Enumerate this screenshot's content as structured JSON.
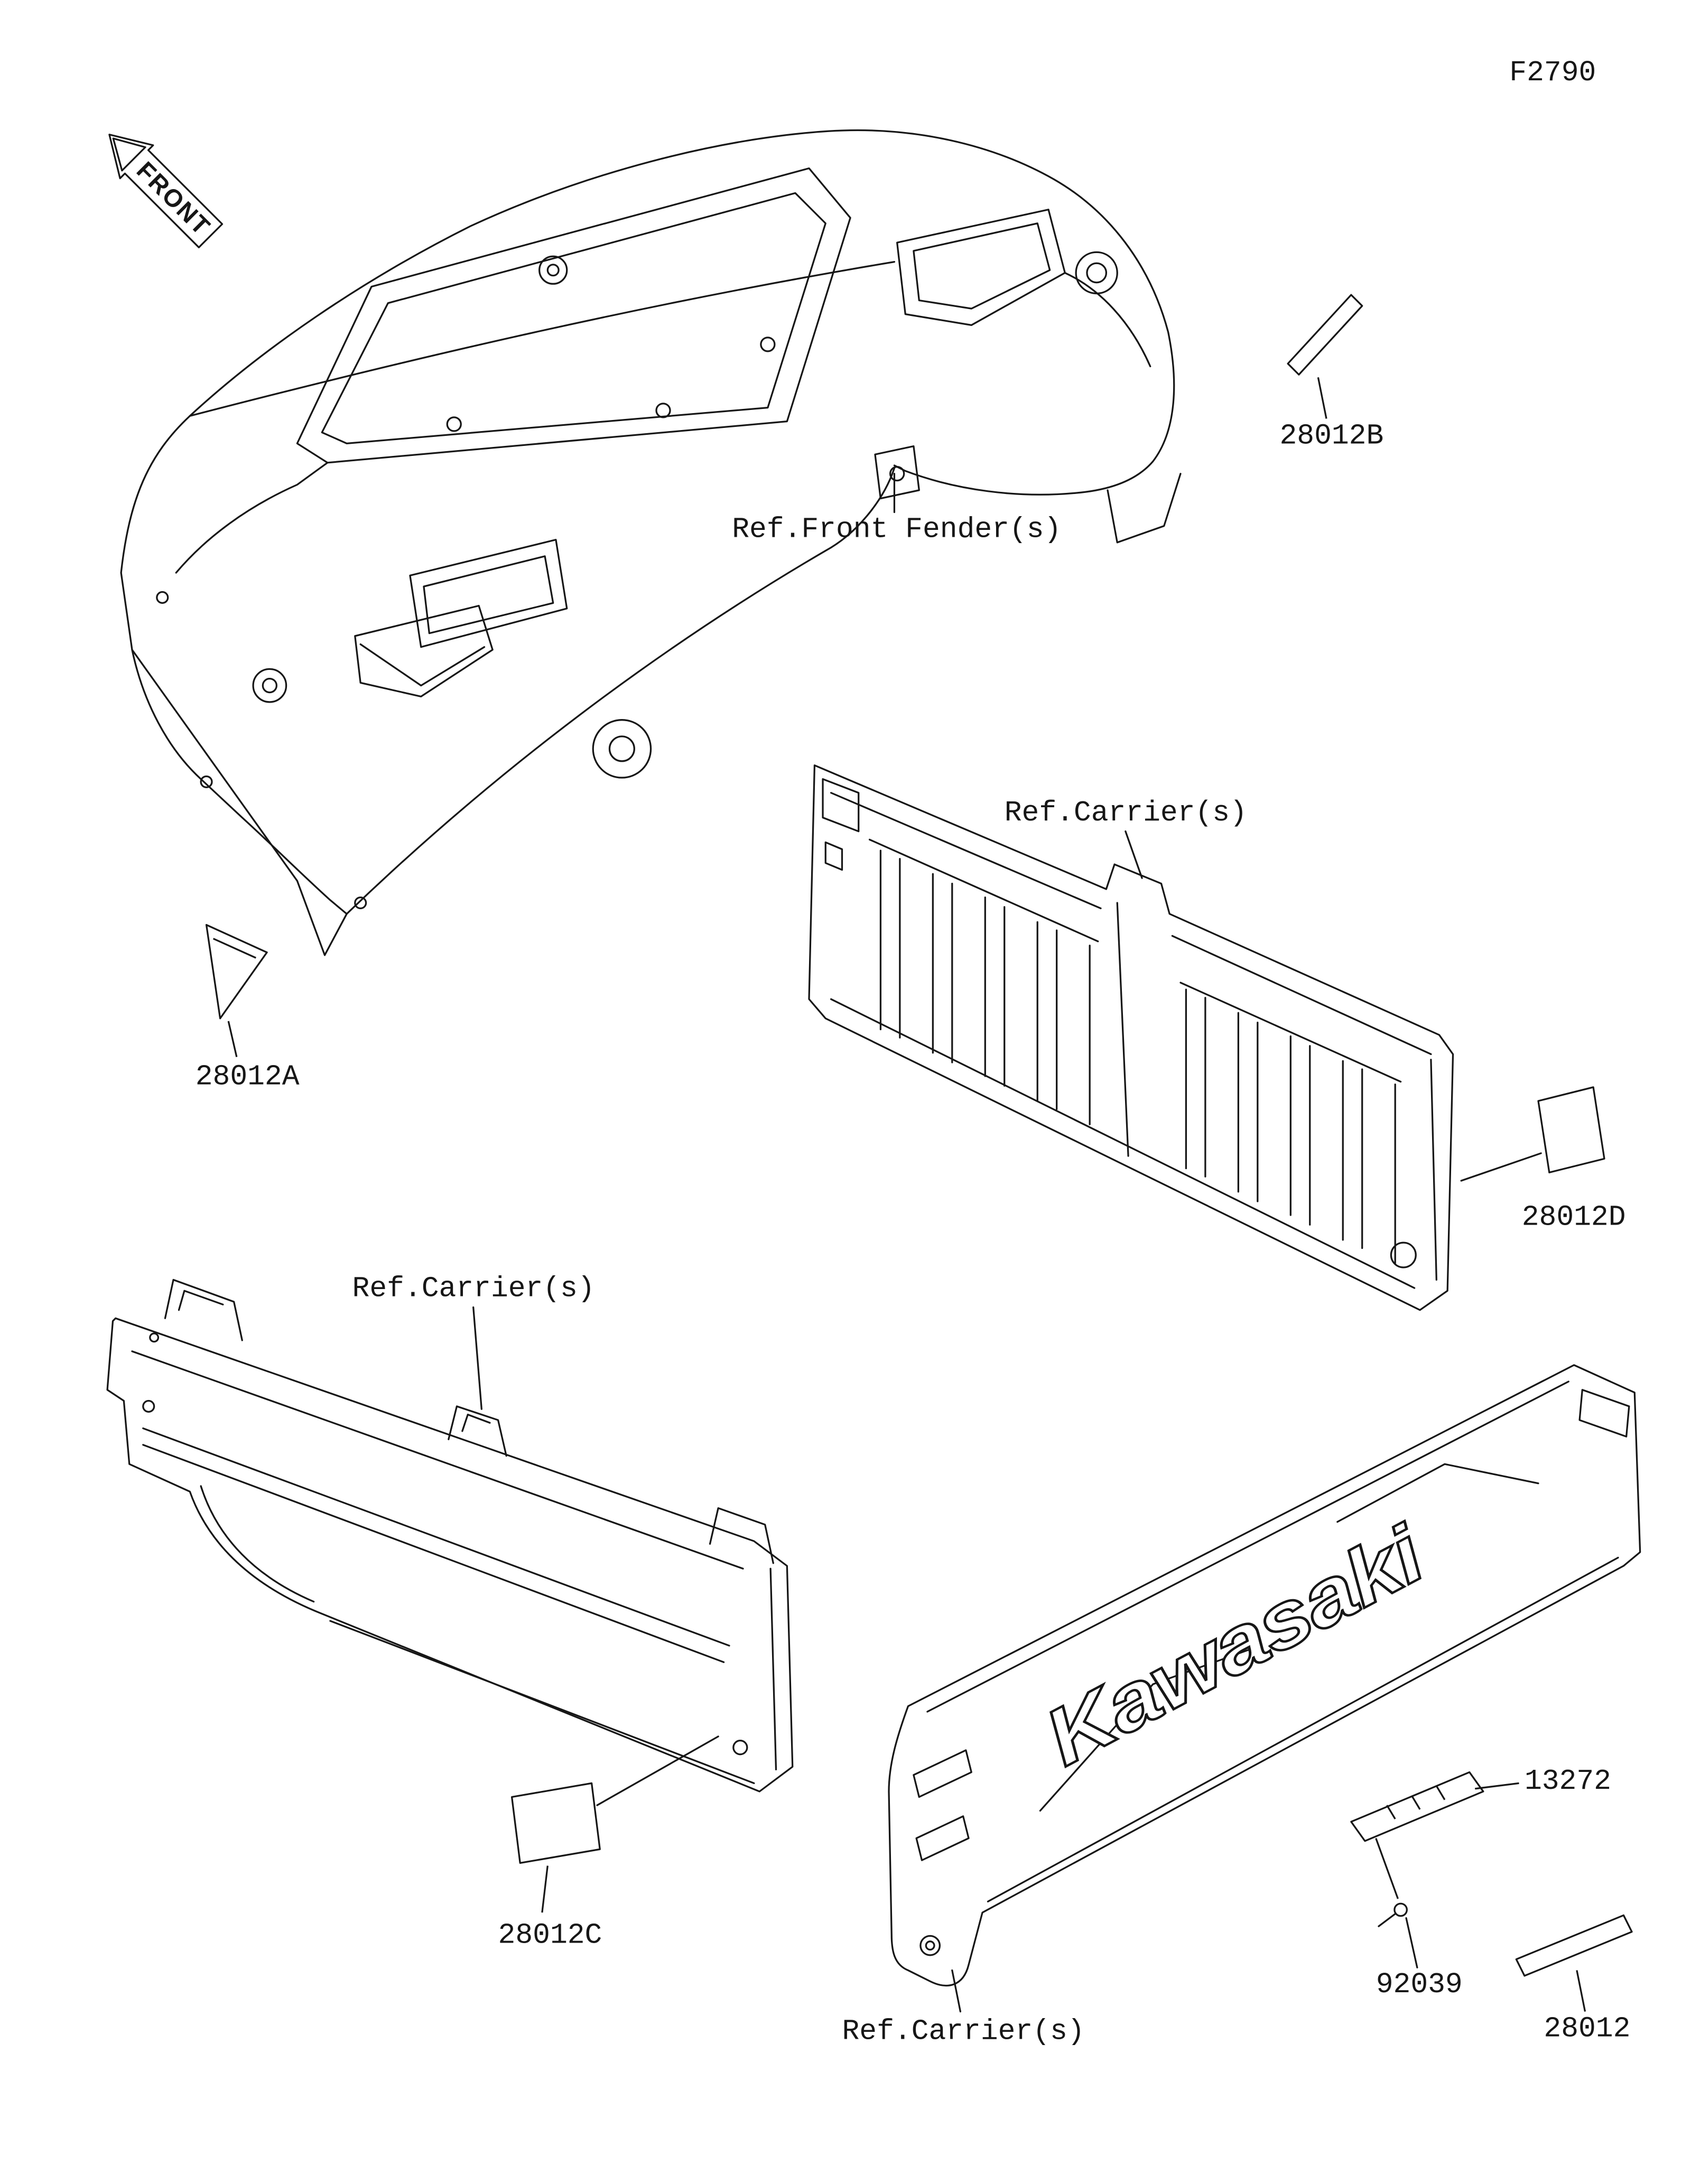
{
  "figure_code": "F2790",
  "front_marker": "FRONT",
  "brand_logo": "Kawasaki",
  "references": {
    "front_fender": "Ref.Front Fender(s)",
    "carrier_top": "Ref.Carrier(s)",
    "carrier_left": "Ref.Carrier(s)",
    "carrier_bottom": "Ref.Carrier(s)"
  },
  "part_labels": {
    "decal_a": "28012A",
    "decal_b": "28012B",
    "decal_c": "28012C",
    "decal_d": "28012D",
    "trim": "13272",
    "screw": "92039",
    "decal_plain": "28012"
  },
  "colors": {
    "line": "#161616",
    "background": "#ffffff"
  }
}
